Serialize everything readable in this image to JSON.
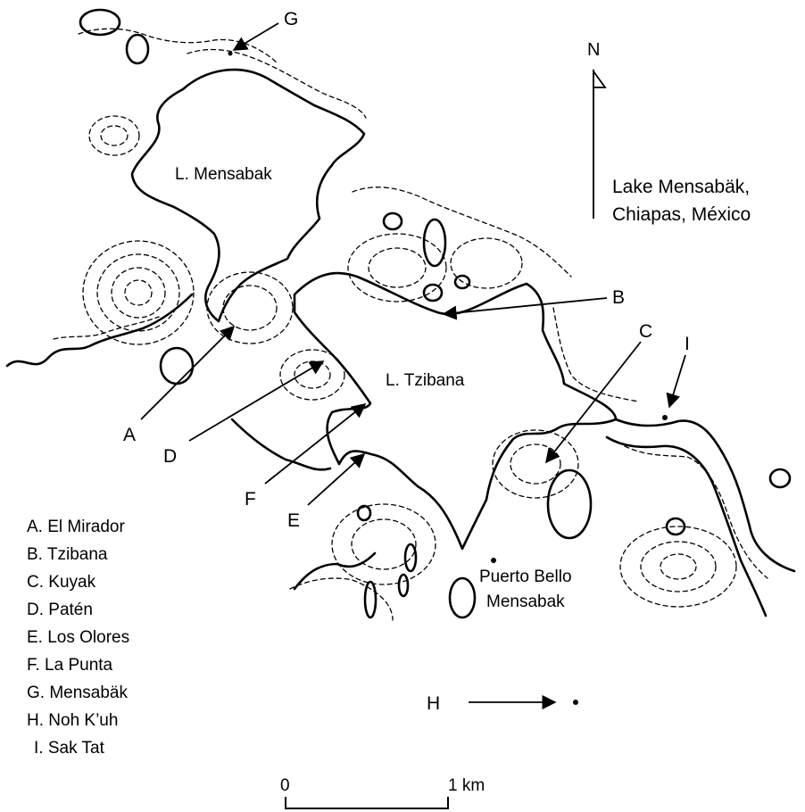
{
  "title_lines": [
    "Lake Mensabäk,",
    "Chiapas, México"
  ],
  "north": "N",
  "lakes": [
    "L. Mensabak",
    "L. Tzibana"
  ],
  "place": [
    "Puerto Bello",
    "Mensabak"
  ],
  "site_letters": [
    "A",
    "B",
    "C",
    "D",
    "E",
    "F",
    "G",
    "H",
    "I"
  ],
  "legend": [
    "A. El Mirador",
    "B. Tzibana",
    "C. Kuyak",
    "D. Patén",
    "E. Los Olores",
    "F. La Punta",
    "G. Mensabäk",
    "H. Noh K’uh",
    "I. Sak Tat"
  ],
  "scale": {
    "start": "0",
    "end": "1 km"
  }
}
